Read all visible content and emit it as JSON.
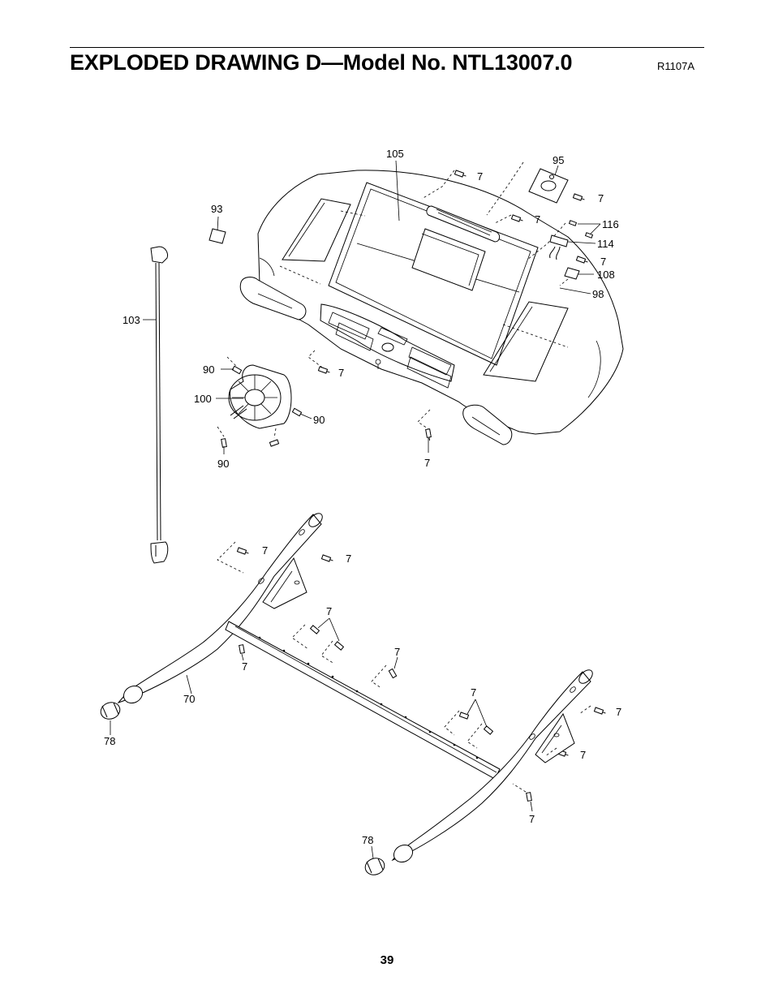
{
  "header": {
    "title": "EXPLODED DRAWING D—Model No. NTL13007.0",
    "drawing_code": "R1107A"
  },
  "footer": {
    "page_number": "39"
  },
  "callouts": {
    "c105": "105",
    "c95": "95",
    "c93": "93",
    "c116": "116",
    "c114": "114",
    "c108": "108",
    "c98": "98",
    "c103": "103",
    "c90": "90",
    "c100": "100",
    "c70": "70",
    "c78": "78",
    "c7": "7"
  }
}
